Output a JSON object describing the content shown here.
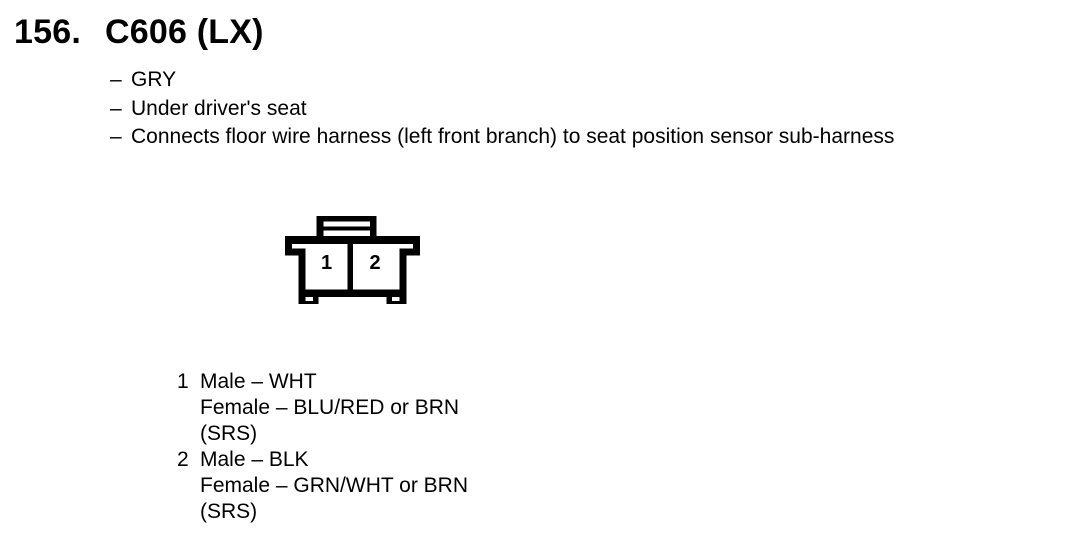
{
  "header": {
    "item_number": "156.",
    "connector_id": "C606 (LX)"
  },
  "details": {
    "bullet": "–",
    "items": [
      "GRY",
      "Under driver's seat",
      "Connects floor wire harness (left front branch) to seat position sensor sub-harness"
    ]
  },
  "diagram": {
    "type": "connector-face-view",
    "cavity_count": 2,
    "cavities": [
      {
        "number": "1"
      },
      {
        "number": "2"
      }
    ]
  },
  "pins": [
    {
      "number": "1",
      "lines": [
        "Male – WHT",
        "Female – BLU/RED or BRN",
        "(SRS)"
      ]
    },
    {
      "number": "2",
      "lines": [
        "Male – BLK",
        "Female – GRN/WHT or BRN",
        "(SRS)"
      ]
    }
  ],
  "colors": {
    "ink": "#000000",
    "background": "#ffffff"
  }
}
